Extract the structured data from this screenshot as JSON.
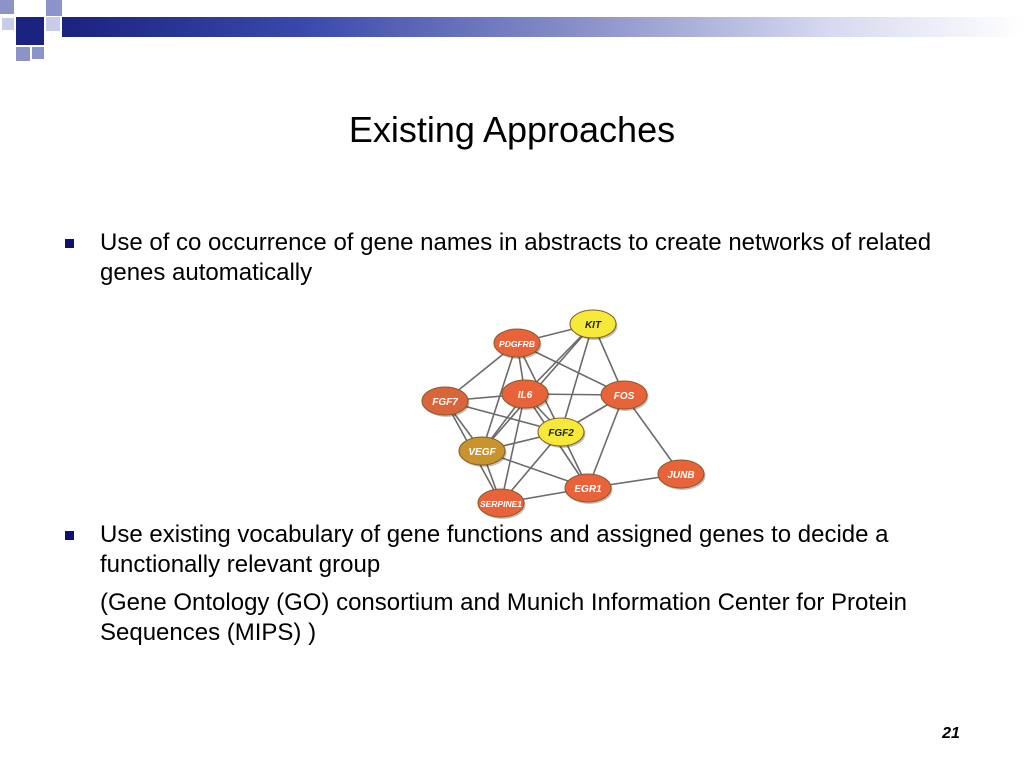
{
  "slide": {
    "title": "Existing Approaches",
    "page_number": "21"
  },
  "bullets": [
    {
      "text": "Use of co occurrence of gene  names in abstracts to create networks of related genes automatically"
    },
    {
      "text": "Use existing vocabulary of gene functions and assigned genes to decide a functionally relevant group",
      "subtext": "(Gene Ontology (GO) consortium and  Munich Information Center for Protein Sequences (MIPS) )"
    }
  ],
  "network": {
    "nodes": [
      {
        "id": "KIT",
        "label": "KIT",
        "color": "#f5ea3a"
      },
      {
        "id": "PDGFRB",
        "label": "PDGFRB",
        "color": "#e8623a"
      },
      {
        "id": "IL6",
        "label": "IL6",
        "color": "#e8623a"
      },
      {
        "id": "FOS",
        "label": "FOS",
        "color": "#e8623a"
      },
      {
        "id": "FGF7",
        "label": "FGF7",
        "color": "#d9663a"
      },
      {
        "id": "FGF2",
        "label": "FGF2",
        "color": "#f5ea3a"
      },
      {
        "id": "VEGF",
        "label": "VEGF",
        "color": "#c9932e"
      },
      {
        "id": "JUNB",
        "label": "JUNB",
        "color": "#e8623a"
      },
      {
        "id": "EGR1",
        "label": "EGR1",
        "color": "#e8623a"
      },
      {
        "id": "SERPINE1",
        "label": "SERPINE1",
        "color": "#e8623a"
      }
    ],
    "edges": [
      [
        "PDGFRB",
        "KIT"
      ],
      [
        "PDGFRB",
        "IL6"
      ],
      [
        "PDGFRB",
        "FGF7"
      ],
      [
        "PDGFRB",
        "FOS"
      ],
      [
        "PDGFRB",
        "FGF2"
      ],
      [
        "PDGFRB",
        "VEGF"
      ],
      [
        "KIT",
        "IL6"
      ],
      [
        "KIT",
        "FOS"
      ],
      [
        "KIT",
        "FGF2"
      ],
      [
        "KIT",
        "VEGF"
      ],
      [
        "IL6",
        "FGF7"
      ],
      [
        "IL6",
        "FOS"
      ],
      [
        "IL6",
        "FGF2"
      ],
      [
        "IL6",
        "VEGF"
      ],
      [
        "IL6",
        "EGR1"
      ],
      [
        "IL6",
        "SERPINE1"
      ],
      [
        "FOS",
        "FGF2"
      ],
      [
        "FOS",
        "JUNB"
      ],
      [
        "FOS",
        "EGR1"
      ],
      [
        "FGF7",
        "FGF2"
      ],
      [
        "FGF7",
        "VEGF"
      ],
      [
        "FGF7",
        "SERPINE1"
      ],
      [
        "FGF2",
        "VEGF"
      ],
      [
        "FGF2",
        "EGR1"
      ],
      [
        "FGF2",
        "SERPINE1"
      ],
      [
        "VEGF",
        "SERPINE1"
      ],
      [
        "VEGF",
        "EGR1"
      ],
      [
        "EGR1",
        "SERPINE1"
      ],
      [
        "EGR1",
        "JUNB"
      ]
    ]
  }
}
